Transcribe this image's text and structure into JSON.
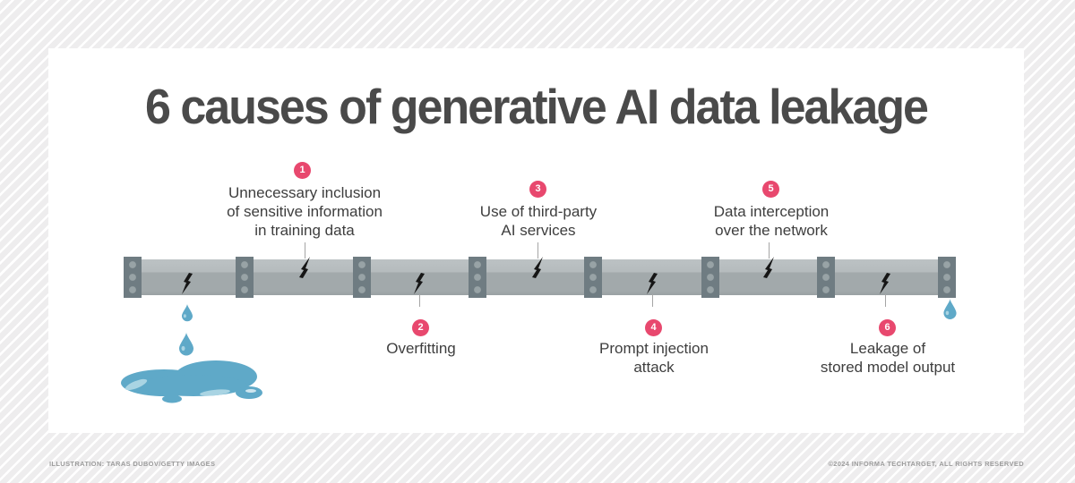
{
  "title": "6 causes of generative AI data leakage",
  "causes": [
    {
      "number": "1",
      "side": "top",
      "lines": [
        "Unnecessary inclusion",
        "of sensitive information",
        "in training data"
      ]
    },
    {
      "number": "2",
      "side": "bottom",
      "lines": [
        "Overfitting"
      ]
    },
    {
      "number": "3",
      "side": "top",
      "lines": [
        "Use of third-party",
        "AI services"
      ]
    },
    {
      "number": "4",
      "side": "bottom",
      "lines": [
        "Prompt injection",
        "attack"
      ]
    },
    {
      "number": "5",
      "side": "top",
      "lines": [
        "Data interception",
        "over the network"
      ]
    },
    {
      "number": "6",
      "side": "bottom",
      "lines": [
        "Leakage of",
        "stored model output"
      ]
    }
  ],
  "footer": {
    "credit_left": "ILLUSTRATION: TARAS DUBOV/GETTY IMAGES",
    "credit_right": "©2024 INFORMA TECHTARGET, ALL RIGHTS RESERVED"
  },
  "icons": {
    "crack": "lightning-crack",
    "water_drop": "droplet",
    "puddle": "water-puddle"
  },
  "colors": {
    "badge_accent": "#e8486e",
    "pipe_light": "#b5bbbd",
    "pipe_dark": "#a2a9ab",
    "flange": "#6f7c82",
    "rivet": "#98a3a6",
    "water": "#5fa9c8",
    "water_highlight": "#a9d4e3",
    "title_text": "#4a4a4a",
    "label_text": "#3e3e3e",
    "background": "#eeedee",
    "card": "#ffffff"
  }
}
